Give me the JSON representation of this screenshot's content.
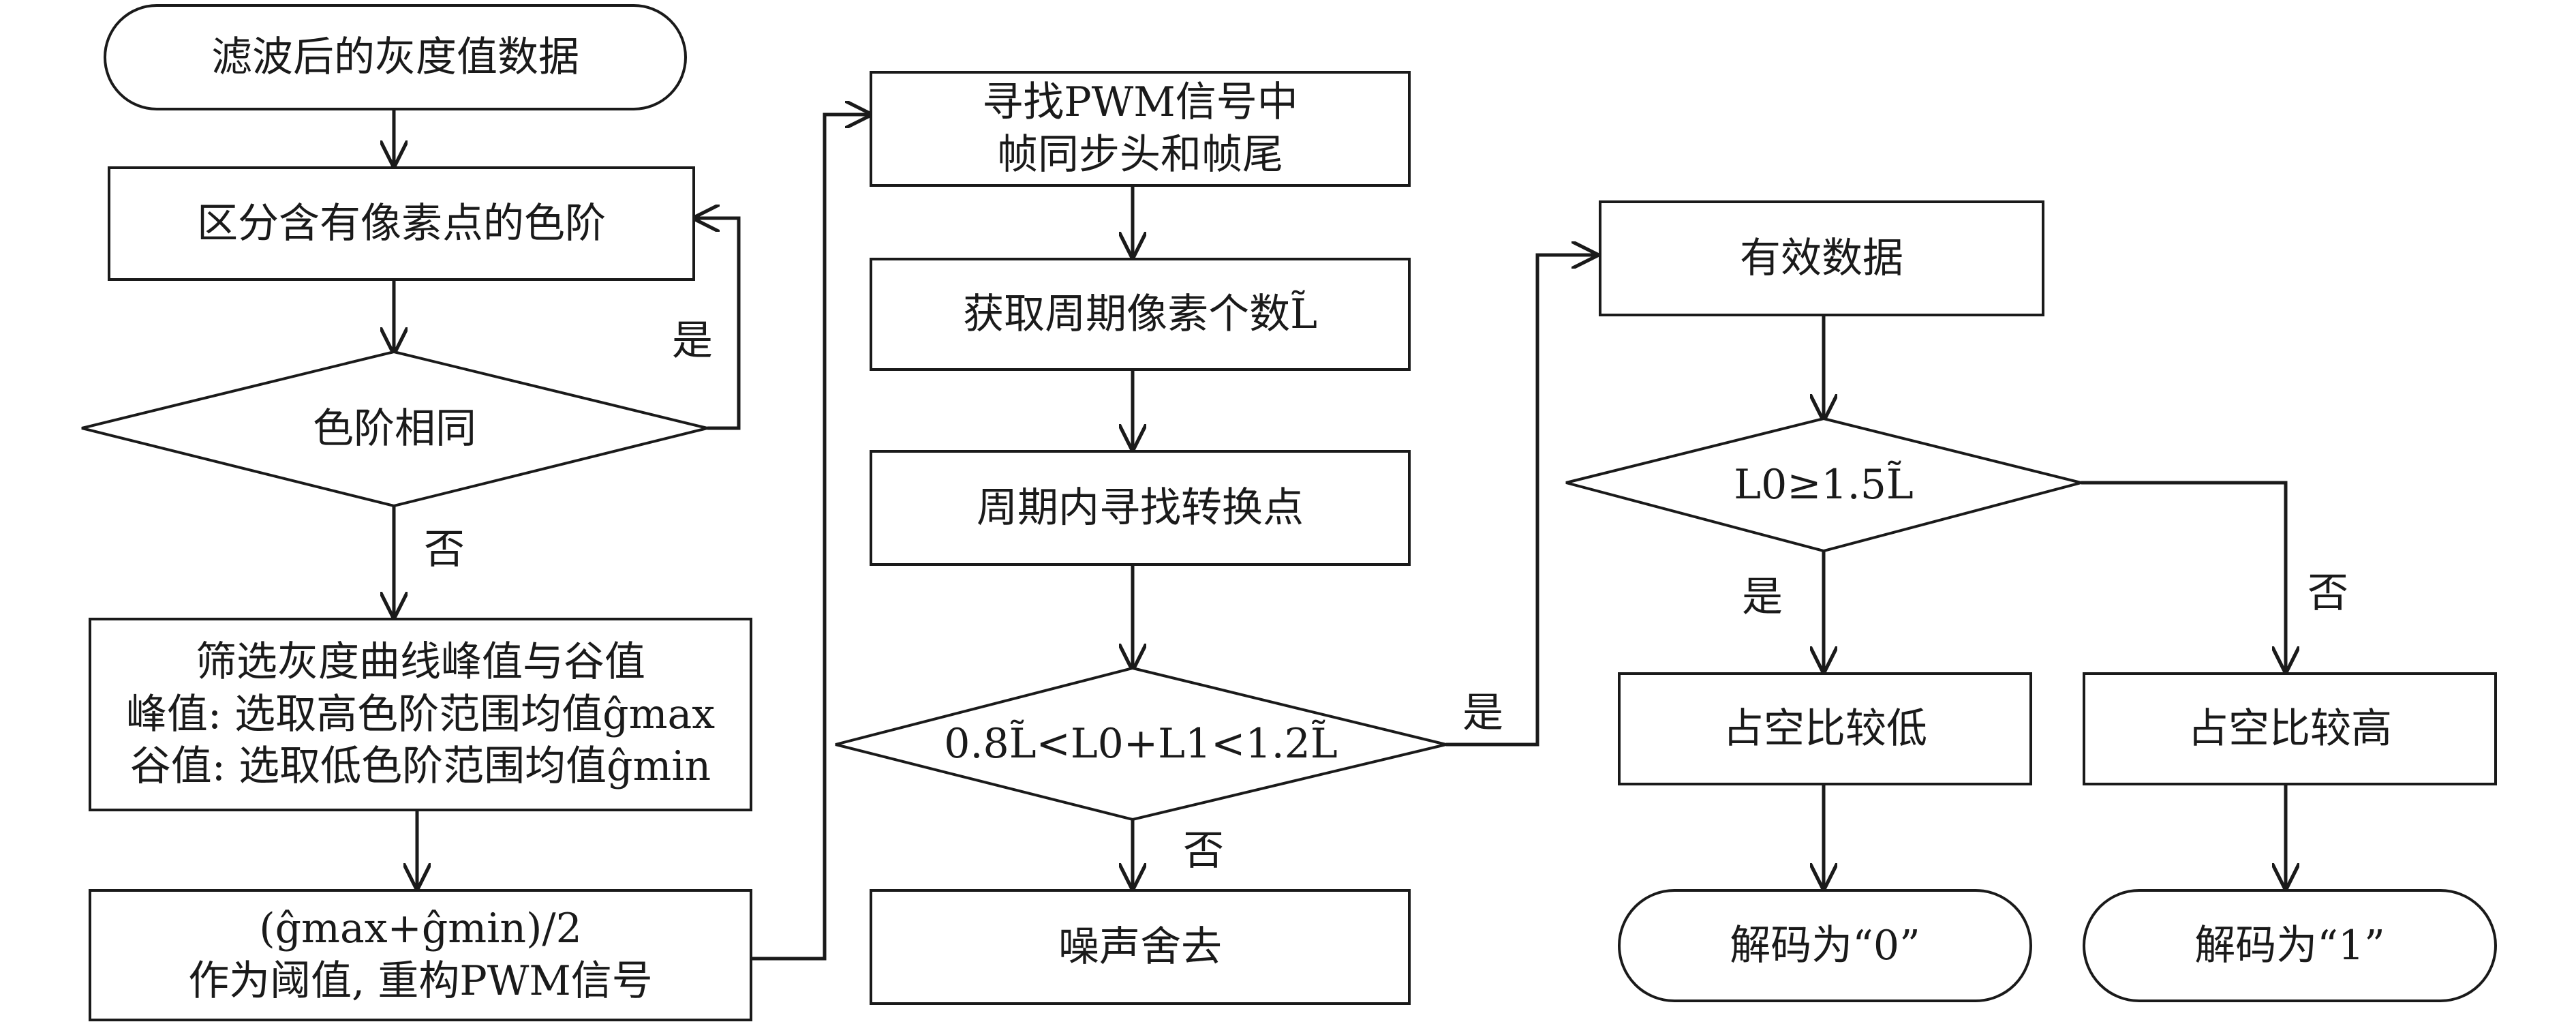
{
  "nodes": {
    "start": "滤波后的灰度值数据",
    "distinguish": "区分含有像素点的色阶",
    "same_level": "色阶相同",
    "filter_line1": "筛选灰度曲线峰值与谷值",
    "filter_line2": "峰值: 选取高色阶范围均值ĝmax",
    "filter_line3": "谷值: 选取低色阶范围均值ĝmin",
    "threshold_line1": "(ĝmax+ĝmin)/2",
    "threshold_line2": "作为阈值, 重构PWM信号",
    "find_pwm_line1": "寻找PWM信号中",
    "find_pwm_line2": "帧同步头和帧尾",
    "get_period": "获取周期像素个数L̃",
    "find_transition": "周期内寻找转换点",
    "check_range": "0.8L̃<L0+L1<1.2L̃",
    "noise": "噪声舍去",
    "valid": "有效数据",
    "check_l0": "L0≥1.5L̃",
    "duty_low": "占空比较低",
    "duty_high": "占空比较高",
    "decode0": "解码为“0”",
    "decode1": "解码为“1”"
  },
  "edge_labels": {
    "yes_loop": "是",
    "no_down": "否",
    "yes_valid": "是",
    "no_noise": "否",
    "yes_low": "是",
    "no_high": "否"
  }
}
